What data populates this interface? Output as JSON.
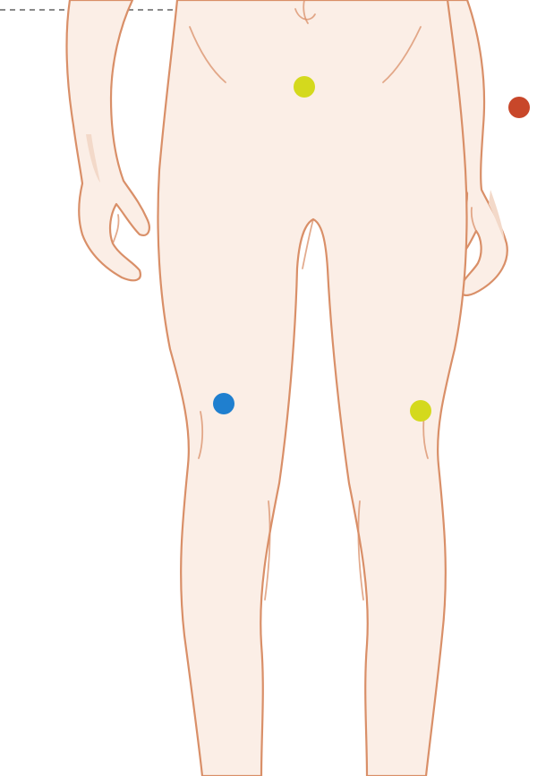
{
  "colors": {
    "background": "#ffffff",
    "skin": "#fbeee6",
    "skin_shade": "#f3d9c9",
    "outline": "#d98f68",
    "guide_line": "#8a8a8a"
  },
  "figure": {
    "subject": "human-body-lower-front-view",
    "guide_line": "dashed"
  },
  "markers": [
    {
      "id": "pelvis-point",
      "color": "#d4d91d"
    },
    {
      "id": "left-wrist-point",
      "color": "#c8472a"
    },
    {
      "id": "right-knee-point",
      "color": "#1f7fcf"
    },
    {
      "id": "left-knee-point",
      "color": "#d4d91d"
    }
  ]
}
